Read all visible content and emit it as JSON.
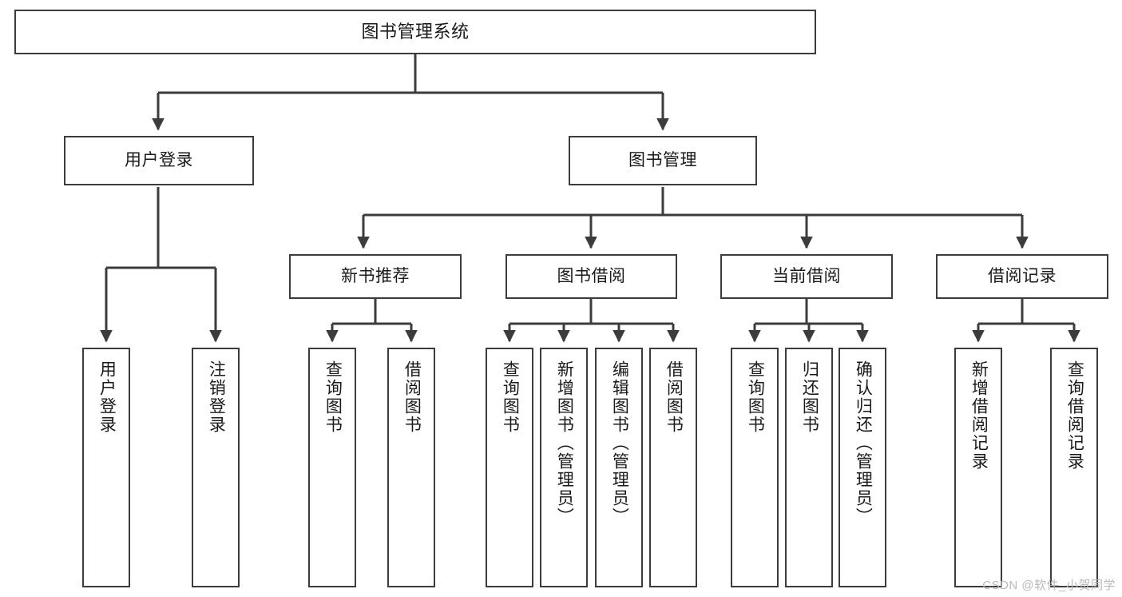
{
  "diagram": {
    "title": "图书管理系统",
    "type": "tree",
    "theme": {
      "background": "#ffffff",
      "box_fill": "#ffffff",
      "box_border": "#3c3c3c",
      "text": "#1a1a1a",
      "connector": "#3c3c3c",
      "watermark_text_color": "#b9b9b9"
    },
    "root": {
      "label": "图书管理系统"
    },
    "level1": [
      {
        "label": "用户登录"
      },
      {
        "label": "图书管理"
      }
    ],
    "level2": [
      {
        "label": "新书推荐"
      },
      {
        "label": "图书借阅"
      },
      {
        "label": "当前借阅"
      },
      {
        "label": "借阅记录"
      }
    ],
    "leaves": {
      "user_login": [
        {
          "label": "用户登录"
        },
        {
          "label": "注销登录"
        }
      ],
      "new_book_recommend": [
        {
          "label": "查询图书"
        },
        {
          "label": "借阅图书"
        }
      ],
      "book_borrow": [
        {
          "label": "查询图书"
        },
        {
          "label": "新增图书（管理员）"
        },
        {
          "label": "编辑图书（管理员）"
        },
        {
          "label": "借阅图书"
        }
      ],
      "current_borrow": [
        {
          "label": "查询图书"
        },
        {
          "label": "归还图书"
        },
        {
          "label": "确认归还（管理员）"
        }
      ],
      "borrow_record": [
        {
          "label": "新增借阅记录"
        },
        {
          "label": "查询借阅记录"
        }
      ]
    }
  },
  "watermark": {
    "text": "CSDN @软件_小贺同学"
  }
}
